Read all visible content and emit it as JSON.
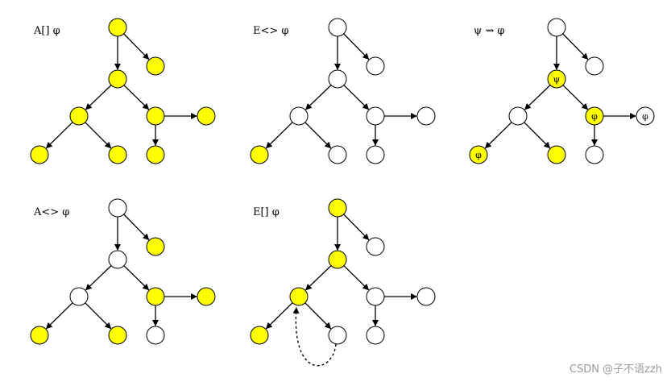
{
  "colors": {
    "highlight": "#ffff00",
    "plain": "#ffffff",
    "stroke": "#000000",
    "watermark": "#9a9a9a"
  },
  "watermark": "CSDN @子不语zzh",
  "panels": [
    {
      "label": "A[]  φ",
      "states": [
        "y",
        "y",
        "y",
        "y",
        "y",
        "y",
        "y",
        "y",
        "y"
      ],
      "node_labels": [
        "",
        "",
        "",
        "",
        "",
        "",
        "",
        "",
        ""
      ],
      "loop": false
    },
    {
      "label": "E<>  φ",
      "states": [
        "n",
        "n",
        "n",
        "n",
        "n",
        "n",
        "y",
        "n",
        "n"
      ],
      "node_labels": [
        "",
        "",
        "",
        "",
        "",
        "",
        "",
        "",
        ""
      ],
      "loop": false
    },
    {
      "label": "ψ  ⇝ φ",
      "states": [
        "n",
        "n",
        "y",
        "n",
        "y",
        "n",
        "y",
        "y",
        "n"
      ],
      "node_labels": [
        "",
        "",
        "ψ",
        "",
        "φ",
        "φ",
        "φ",
        "",
        ""
      ],
      "loop": false
    },
    {
      "label": "A<>  φ",
      "states": [
        "n",
        "y",
        "n",
        "n",
        "y",
        "y",
        "y",
        "y",
        "n"
      ],
      "node_labels": [
        "",
        "",
        "",
        "",
        "",
        "",
        "",
        "",
        ""
      ],
      "loop": false
    },
    {
      "label": "E[]  φ",
      "states": [
        "y",
        "n",
        "y",
        "y",
        "n",
        "n",
        "y",
        "n",
        "n"
      ],
      "node_labels": [
        "",
        "",
        "",
        "",
        "",
        "",
        "",
        "",
        ""
      ],
      "loop": true
    }
  ]
}
